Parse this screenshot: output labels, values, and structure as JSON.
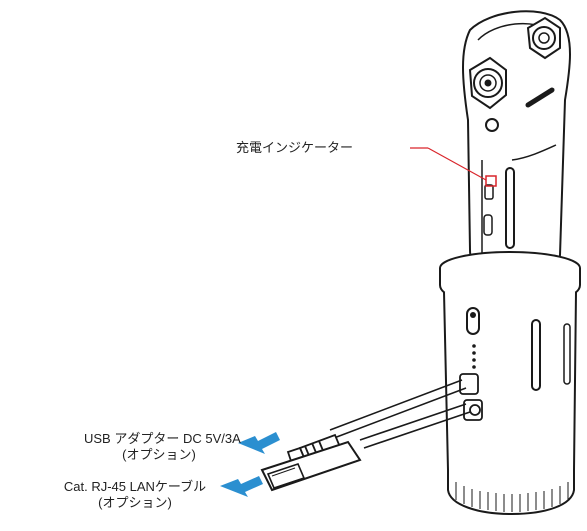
{
  "labels": {
    "charge_indicator": "充電インジケーター",
    "usb_adapter_line1": "USB アダプター DC 5V/3A",
    "usb_adapter_line2": "(オプション)",
    "lan_cable_line1": "Cat. RJ-45 LANケーブル",
    "lan_cable_line2": "(オプション)"
  },
  "colors": {
    "outline": "#1a1a1a",
    "callout_line": "#d9252b",
    "arrow": "#2b8fd0"
  }
}
